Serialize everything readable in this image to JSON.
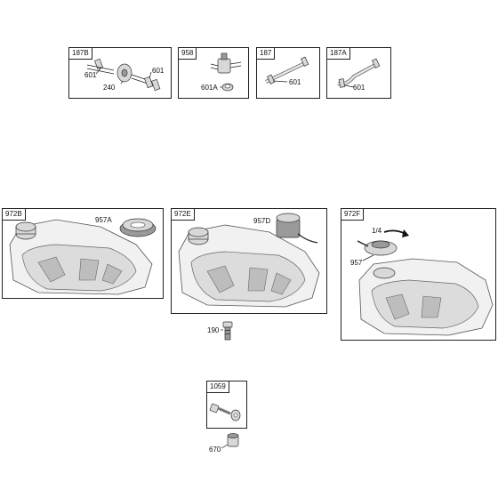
{
  "panels": {
    "p187b": {
      "tag": "187B",
      "labels": [
        "601",
        "601",
        "240"
      ]
    },
    "p958": {
      "tag": "958",
      "labels": [
        "601A"
      ]
    },
    "p187": {
      "tag": "187",
      "labels": [
        "601"
      ]
    },
    "p187a": {
      "tag": "187A",
      "labels": [
        "601"
      ]
    },
    "p972b": {
      "tag": "972B",
      "labels": [
        "957A"
      ]
    },
    "p972e": {
      "tag": "972E",
      "labels": [
        "957D"
      ]
    },
    "p972f": {
      "tag": "972F",
      "labels": [
        "1/4",
        "957"
      ]
    },
    "p1059": {
      "tag": "1059"
    }
  },
  "loose": {
    "bolt_190": "190",
    "sleeve_670": "670"
  }
}
